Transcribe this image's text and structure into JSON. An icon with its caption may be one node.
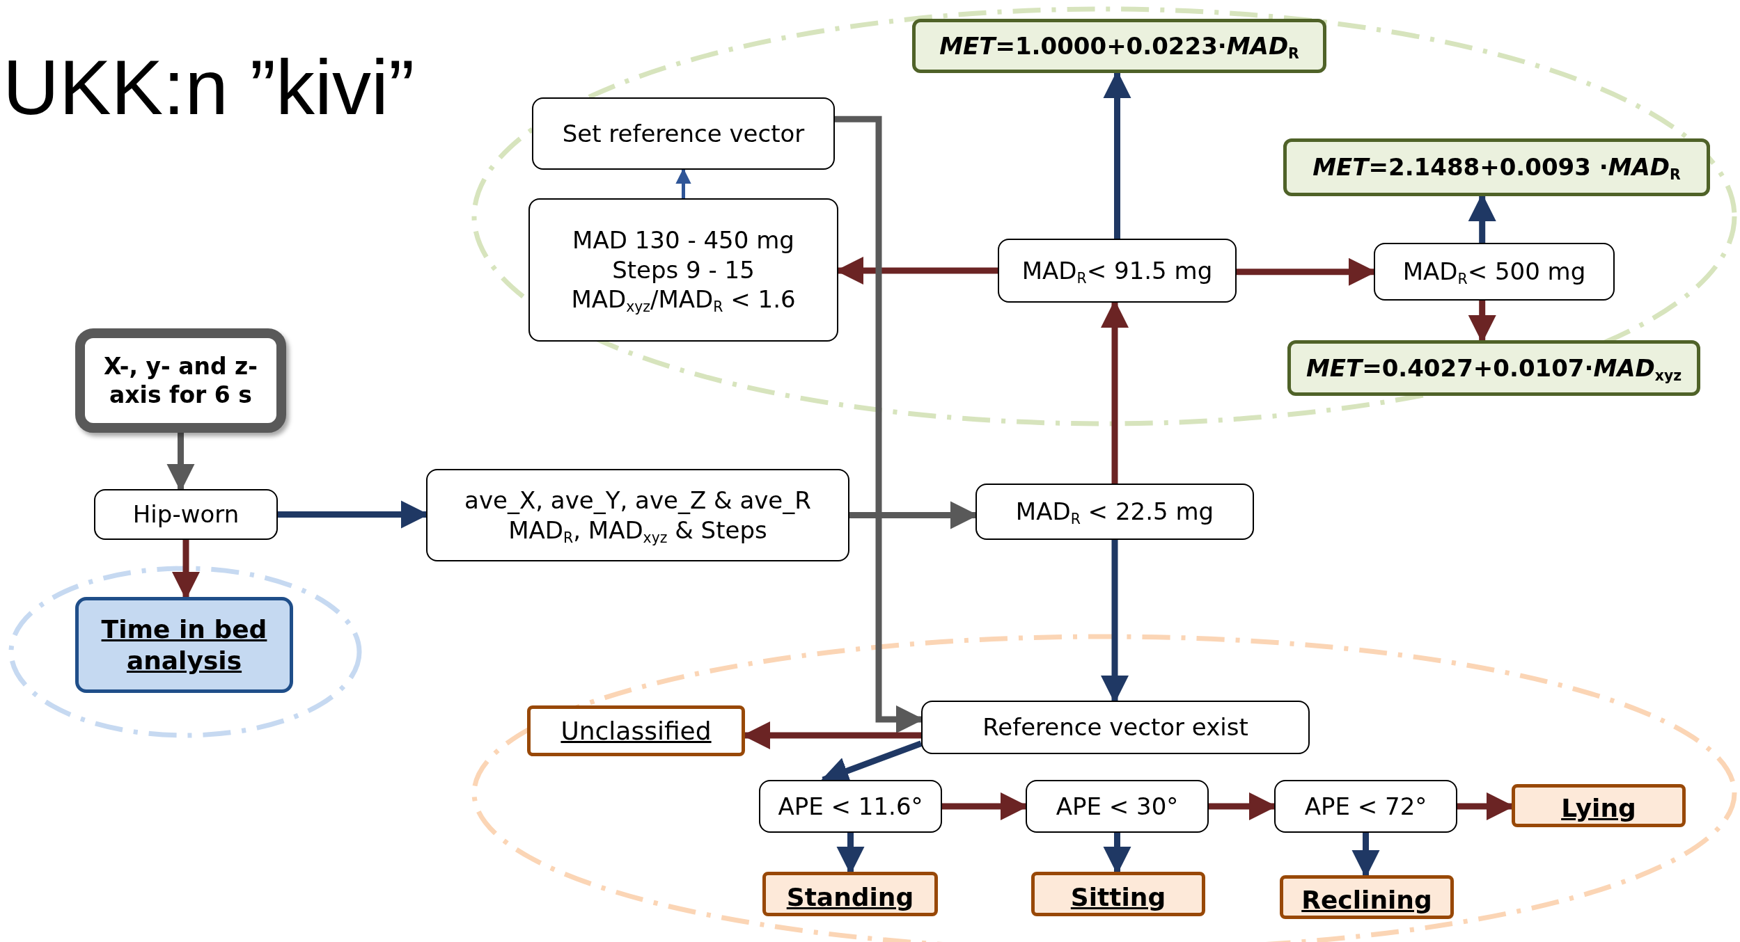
{
  "diagram": {
    "title": "UKK:n ”kivi”",
    "nodes": [
      {
        "text": [
          "X-, y- and z-axis for 6 s"
        ]
      },
      {
        "text": [
          "Hip-worn"
        ]
      },
      {
        "text": [
          "Time in bed analysis"
        ]
      },
      {
        "text": [
          "ave_X, ave_Y, ave_Z & ave_R",
          "MAD$_{R}$, MAD$_{xyz}$ & Steps"
        ]
      },
      {
        "text": [
          "Set reference  vector"
        ]
      },
      {
        "text": [
          "MAD 130 - 450 mg",
          "Steps 9 - 15",
          "MAD$_{xyz}$/MAD$_{R}$ < 1.6"
        ]
      },
      {
        "text": [
          "*MET*=1.0000+0.0223·*MAD*$_{R}$"
        ]
      },
      {
        "text": [
          "MAD$_{R}$< 91.5 mg"
        ]
      },
      {
        "text": [
          "*MET*=2.1488+0.0093 ·*MAD*$_{R}$"
        ]
      },
      {
        "text": [
          "MAD$_{R}$< 500 mg"
        ]
      },
      {
        "text": [
          "*MET*=0.4027+0.0107·*MAD*$_{xyz}$"
        ]
      },
      {
        "text": [
          "MAD$_{R}$ < 22.5 mg"
        ]
      },
      {
        "text": [
          "Unclassified"
        ]
      },
      {
        "text": [
          "Reference  vector exist"
        ]
      },
      {
        "text": [
          "APE < 11.6°"
        ]
      },
      {
        "text": [
          "APE < 30°"
        ]
      },
      {
        "text": [
          "APE < 72°"
        ]
      },
      {
        "text": [
          "Lying"
        ]
      },
      {
        "text": [
          "Standing"
        ]
      },
      {
        "text": [
          "Sitting"
        ]
      },
      {
        "text": [
          "Reclining"
        ]
      }
    ],
    "edges": [
      {
        "from": 0,
        "to": 1,
        "arrow": "to",
        "color": "#595959"
      },
      {
        "from": 1,
        "to": 2,
        "arrow": "to",
        "color": "#6b2424"
      },
      {
        "from": 1,
        "to": 3,
        "arrow": "to",
        "color": "#1f3864"
      },
      {
        "from": 3,
        "to": 11,
        "arrow": "to",
        "color": "#595959"
      },
      {
        "from": 11,
        "to": 7,
        "arrow": "to",
        "color": "#6b2424"
      },
      {
        "from": 11,
        "to": 13,
        "arrow": "to",
        "color": "#1f3864"
      },
      {
        "from": 7,
        "to": 6,
        "arrow": "to",
        "color": "#1f3864"
      },
      {
        "from": 7,
        "to": 9,
        "arrow": "to",
        "color": "#6b2424"
      },
      {
        "from": 7,
        "to": 5,
        "arrow": "to",
        "color": "#6b2424"
      },
      {
        "from": 9,
        "to": 8,
        "arrow": "to",
        "color": "#1f3864"
      },
      {
        "from": 9,
        "to": 10,
        "arrow": "to",
        "color": "#6b2424"
      },
      {
        "from": 5,
        "to": 4,
        "arrow": "to",
        "color": "#2f5597"
      },
      {
        "from": 4,
        "to": 13,
        "arrow": "to",
        "color": "#595959"
      },
      {
        "from": 13,
        "to": 12,
        "arrow": "to",
        "color": "#6b2424"
      },
      {
        "from": 13,
        "to": 14,
        "arrow": "to",
        "color": "#1f3864"
      },
      {
        "from": 14,
        "to": 15,
        "arrow": "to",
        "color": "#6b2424"
      },
      {
        "from": 15,
        "to": 16,
        "arrow": "to",
        "color": "#6b2424"
      },
      {
        "from": 16,
        "to": 17,
        "arrow": "to",
        "color": "#6b2424"
      },
      {
        "from": 14,
        "to": 18,
        "arrow": "to",
        "color": "#1f3864"
      },
      {
        "from": 15,
        "to": 19,
        "arrow": "to",
        "color": "#1f3864"
      },
      {
        "from": 16,
        "to": 20,
        "arrow": "to",
        "color": "#1f3864"
      }
    ]
  }
}
